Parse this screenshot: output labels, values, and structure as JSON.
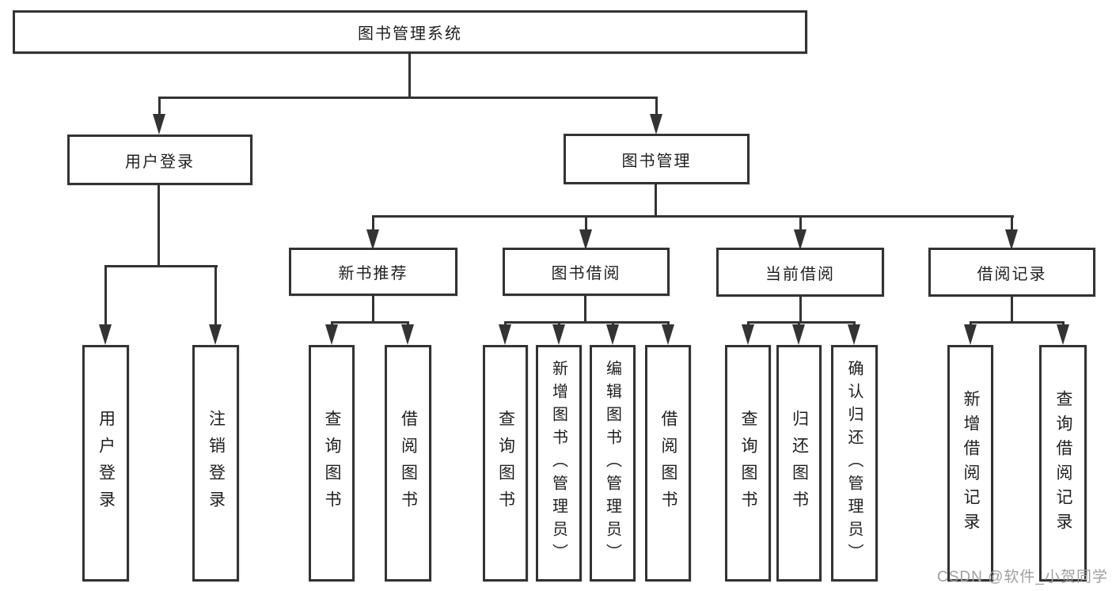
{
  "tree": {
    "root": {
      "label": "图书管理系统"
    },
    "branches": [
      {
        "label": "用户登录",
        "children": [
          "用户登录",
          "注销登录"
        ]
      },
      {
        "label": "图书管理",
        "children": [
          {
            "label": "新书推荐",
            "children": [
              "查询图书",
              "借阅图书"
            ]
          },
          {
            "label": "图书借阅",
            "children": [
              "查询图书",
              "新增图书（管理员）",
              "编辑图书（管理员）",
              "借阅图书"
            ]
          },
          {
            "label": "当前借阅",
            "children": [
              "查询图书",
              "归还图书",
              "确认归还（管理员）"
            ]
          },
          {
            "label": "借阅记录",
            "children": [
              "新增借阅记录",
              "查询借阅记录"
            ]
          }
        ]
      }
    ]
  },
  "watermark": {
    "label": "CSDN @软件_小贺同学"
  },
  "colors": {
    "line": "#333333",
    "text": "#1f1f1f",
    "box_background": "#ffffff",
    "watermark": "#9f9f9f"
  }
}
